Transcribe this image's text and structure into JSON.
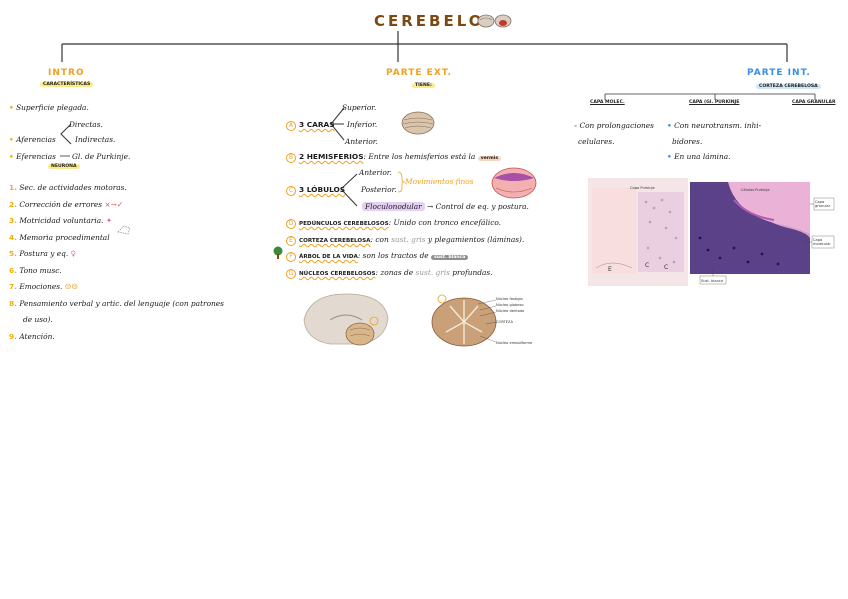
{
  "title": "CEREBELO",
  "intro": {
    "heading": "INTRO",
    "tag": "CARACTERÍSTICAS",
    "superficie": "Superficie plegada.",
    "aferencias_label": "Aferencias",
    "aferencias_directas": "Directas.",
    "aferencias_indirectas": "Indirectas.",
    "eferencias_label": "Eferencias",
    "eferencias_neurona": "NEURONA",
    "eferencias_value": "Gl. de Purkinje.",
    "functions": [
      {
        "n": "1.",
        "text": "Sec. de actividades motoras."
      },
      {
        "n": "2.",
        "text": "Corrección de errores"
      },
      {
        "n": "3.",
        "text": "Motricidad voluntaria."
      },
      {
        "n": "4.",
        "text": "Memoria procedimental"
      },
      {
        "n": "5.",
        "text": "Postura y eq."
      },
      {
        "n": "6.",
        "text": "Tono musc."
      },
      {
        "n": "7.",
        "text": "Emociones."
      },
      {
        "n": "8.",
        "text": "Pensamiento verbal y artic. del lenguaje (con patrones"
      },
      {
        "n": "",
        "text": "de uso)."
      },
      {
        "n": "9.",
        "text": "Atención."
      }
    ]
  },
  "ext": {
    "heading": "PARTE EXT.",
    "tag": "TIENE:",
    "caras": {
      "n": "A",
      "label": "3 CARAS",
      "items": [
        "Superior.",
        "Inferior.",
        "Anterior."
      ]
    },
    "hemisferios": {
      "n": "B",
      "label": "2 HEMISFERIOS",
      "text": ": Entre los hemisferios está la",
      "hl": "vermis"
    },
    "lobulos": {
      "n": "C",
      "label": "3 LÓBULOS",
      "items": [
        "Anterior.",
        "Posterior."
      ],
      "note": "Movimientos finos",
      "floculo": "Floculonodular",
      "floculo_text": "→ Control de eq. y postura."
    },
    "pedunculos": {
      "n": "D",
      "label": "PEDÚNCULOS CEREBELOSOS",
      "text": ": Unido con tronco encefálico."
    },
    "corteza": {
      "n": "E",
      "label": "CORTEZA CEREBELOSA",
      "text1": ": con",
      "gray1": "sust. gris",
      "text2": "y plegamientos (láminas)."
    },
    "arbol": {
      "n": "F",
      "label": "ÁRBOL DE LA VIDA",
      "text": ": son los tractos de",
      "hl": "sust. blanca"
    },
    "nucleos": {
      "n": "G",
      "label": "NÚCLEOS CEREBELOSOS",
      "text1": ": zonas de",
      "gray1": "sust. gris",
      "text2": "profundas."
    },
    "fig_g_labels": [
      "Núcleo fastigio",
      "Núcleo globoso",
      "Núcleo dentado",
      "CORTEZA",
      "Núcleo emboliforme"
    ]
  },
  "int": {
    "heading": "PARTE INT.",
    "tag": "CORTEZA CEREBELOSA",
    "layers": [
      "CAPA MOLEC.",
      "CAPA (Gl. PURKINJE",
      "CAPA GRANULAR"
    ],
    "molec_text": [
      "Con prolongaciones",
      "celulares."
    ],
    "purk_text": [
      "Con neurotransm. inhi-",
      "bidores."
    ],
    "purk_text2": "En una lámina.",
    "micro_labels": [
      "Células Purkinje",
      "Capa granular",
      "Capa molecular",
      "Sust. blanca",
      "Capa Purkinje"
    ],
    "micro_letters": [
      "E",
      "C",
      "C"
    ]
  },
  "colors": {
    "title": "#7a4a12",
    "orange": "#f0a020",
    "blue": "#3a8ee8",
    "yellow_hl": "#fbe98a",
    "line": "#333333"
  }
}
